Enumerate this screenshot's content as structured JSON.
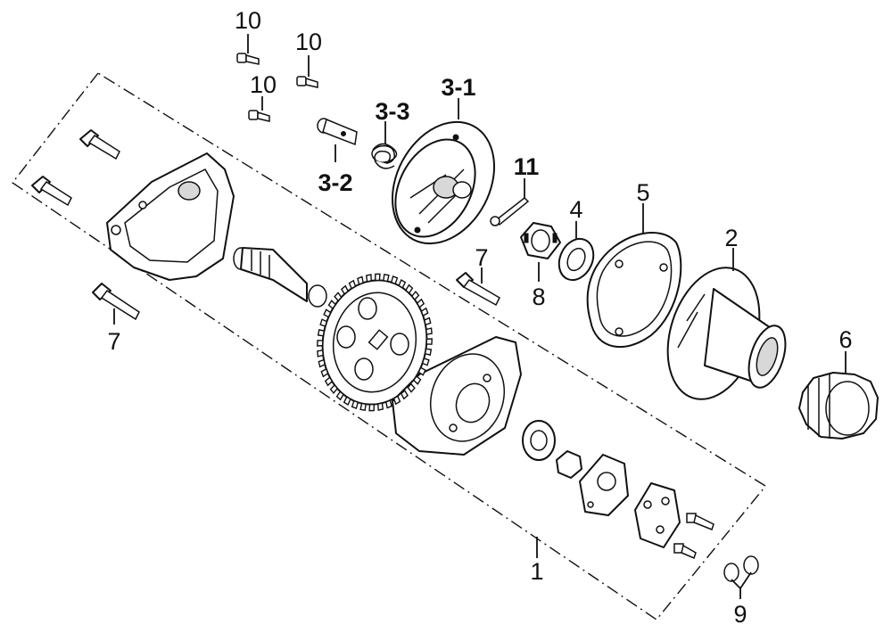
{
  "callouts": {
    "c10a": "10",
    "c10b": "10",
    "c10c": "10",
    "c3_3": "3-3",
    "c3_1": "3-1",
    "c3_2": "3-2",
    "c11": "11",
    "c4": "4",
    "c5": "5",
    "c2": "2",
    "c7a": "7",
    "c8": "8",
    "c6": "6",
    "c7b": "7",
    "c1": "1",
    "c9": "9"
  }
}
